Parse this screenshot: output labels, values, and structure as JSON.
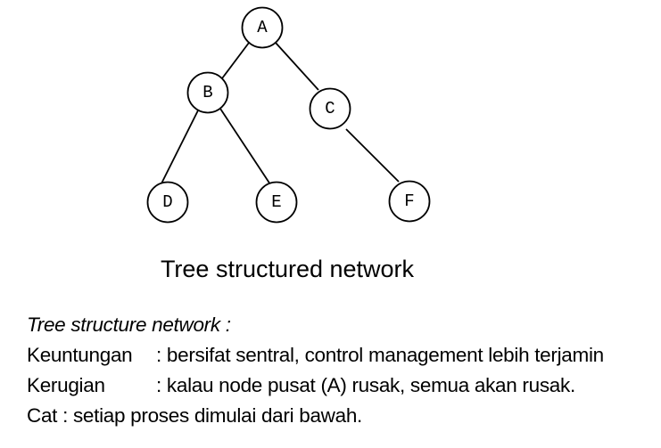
{
  "diagram": {
    "nodes": [
      {
        "id": "A",
        "label": "A"
      },
      {
        "id": "B",
        "label": "B"
      },
      {
        "id": "C",
        "label": "C"
      },
      {
        "id": "D",
        "label": "D"
      },
      {
        "id": "E",
        "label": "E"
      },
      {
        "id": "F",
        "label": "F"
      }
    ],
    "edges": [
      {
        "from": "A",
        "to": "B"
      },
      {
        "from": "A",
        "to": "C"
      },
      {
        "from": "B",
        "to": "D"
      },
      {
        "from": "B",
        "to": "E"
      },
      {
        "from": "C",
        "to": "F"
      }
    ],
    "caption": "Tree structured network"
  },
  "notes": {
    "title": "Tree structure network :",
    "rows": [
      {
        "label": "Keuntungan",
        "text": ": bersifat sentral, control management lebih terjamin"
      },
      {
        "label": "Kerugian",
        "text": ": kalau node pusat (A) rusak, semua akan rusak."
      }
    ],
    "footer": "Cat : setiap proses dimulai dari bawah."
  }
}
